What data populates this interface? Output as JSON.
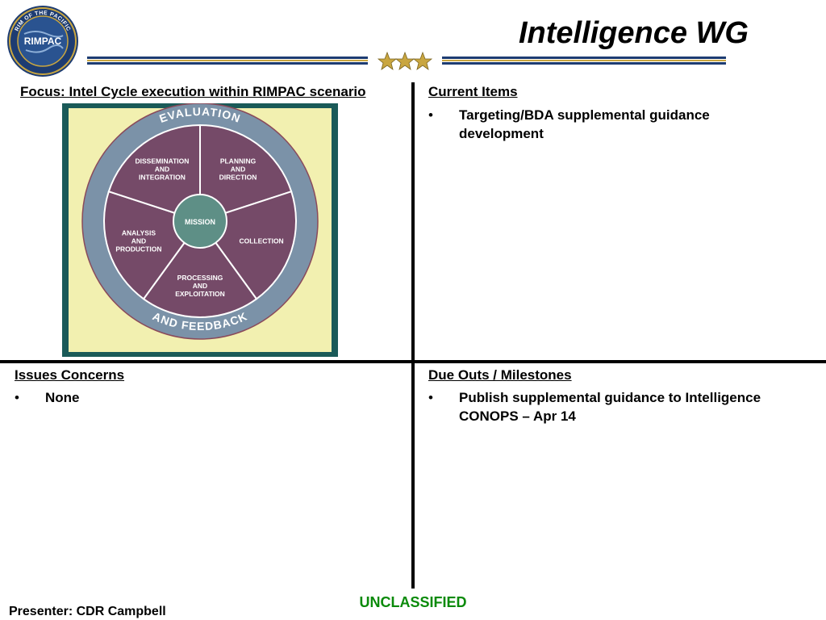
{
  "header": {
    "title": "Intelligence WG",
    "logo_text": "RIMPAC",
    "logo_ring_text": "RIM OF THE PACIFIC"
  },
  "quadrants": {
    "focus": {
      "heading": "Focus: Intel Cycle execution within RIMPAC scenario"
    },
    "current_items": {
      "heading": "Current Items",
      "bullets": [
        "Targeting/BDA supplemental guidance development"
      ]
    },
    "issues": {
      "heading": "Issues Concerns",
      "bullets": [
        "None"
      ]
    },
    "due_outs": {
      "heading": "Due Outs / Milestones",
      "bullets": [
        "Publish supplemental guidance to Intelligence CONOPS – Apr 14"
      ]
    }
  },
  "intel_cycle": {
    "outer_top": "EVALUATION",
    "outer_bottom": "AND FEEDBACK",
    "center": "MISSION",
    "segments": [
      {
        "lines": [
          "PLANNING",
          "AND",
          "DIRECTION"
        ]
      },
      {
        "lines": [
          "COLLECTION"
        ]
      },
      {
        "lines": [
          "PROCESSING",
          "AND",
          "EXPLOITATION"
        ]
      },
      {
        "lines": [
          "ANALYSIS",
          "AND",
          "PRODUCTION"
        ]
      },
      {
        "lines": [
          "DISSEMINATION",
          "AND",
          "INTEGRATION"
        ]
      }
    ],
    "colors": {
      "frame": "#1a5a58",
      "panel": "#f2f0b0",
      "ring": "#7b92a8",
      "segment": "#754a68",
      "center": "#5e8f86"
    }
  },
  "footer": {
    "presenter": "Presenter: CDR Campbell",
    "classification": "UNCLASSIFIED"
  }
}
